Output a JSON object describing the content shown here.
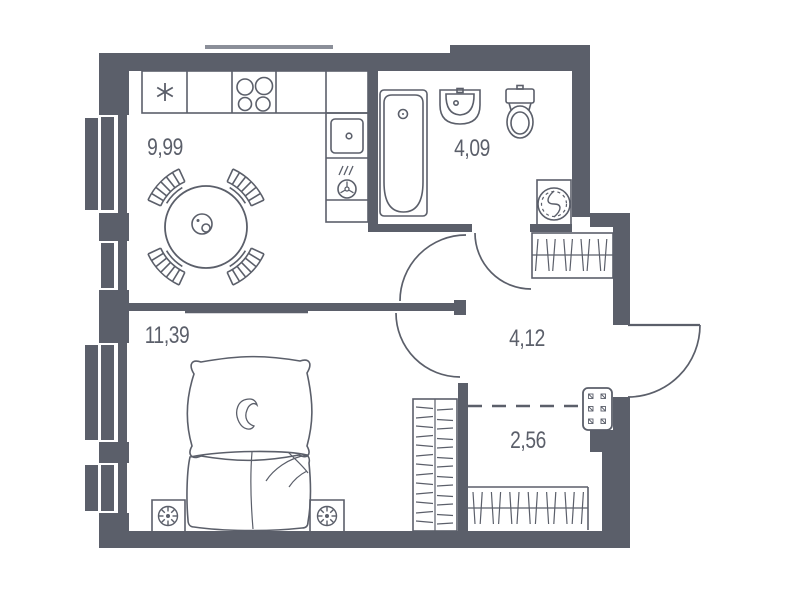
{
  "plan": {
    "type": "apartment-floor-plan",
    "colors": {
      "background": "#ffffff",
      "line": "#5b5f6a",
      "facade_line": "#8b8f99"
    },
    "rooms": [
      {
        "id": "kitchen",
        "role": "kitchen-dining",
        "area_label": "9,99"
      },
      {
        "id": "bathroom",
        "role": "bathroom",
        "area_label": "4,09"
      },
      {
        "id": "bedroom",
        "role": "bedroom",
        "area_label": "11,39"
      },
      {
        "id": "hallway",
        "role": "hallway",
        "area_label": "4,12"
      },
      {
        "id": "closet",
        "role": "wardrobe",
        "area_label": "2,56"
      }
    ],
    "fixtures": [
      "fridge-icon",
      "kitchen-counter",
      "stove-icon",
      "kitchen-sink-icon",
      "vent-icon",
      "dining-table-icon",
      "chair-icon",
      "bathtub-icon",
      "washbasin-icon",
      "toilet-icon",
      "washing-machine-icon",
      "coat-rack-icon",
      "bed-icon",
      "nightstand-lamp-icon",
      "shelf-unit-icon",
      "closet-rail-icon",
      "electrical-panel-icon",
      "door-swing-arc",
      "entrance-door",
      "window",
      "dashed-opening"
    ]
  }
}
